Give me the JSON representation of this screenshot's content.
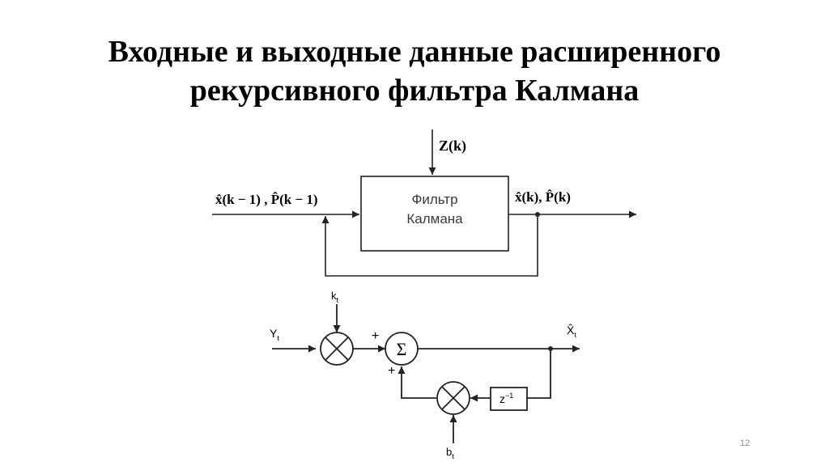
{
  "title": {
    "line1": "Входные и выходные данные расширенного",
    "line2": "рекурсивного фильтра Калмана"
  },
  "diagram_top": {
    "block_label_line1": "Фильтр",
    "block_label_line2": "Калмана",
    "measurement_input": "Z(k)",
    "input_label": "x̂(k − 1) ,  P̂(k − 1)",
    "output_label": "x̂(k), P̂(k)"
  },
  "diagram_bottom": {
    "gain_top": "k",
    "gain_top_sub": "t",
    "input_y": "Y",
    "input_y_sub": "t",
    "sum_symbol": "Σ",
    "plus_top": "+",
    "plus_bottom": "+",
    "output_x": "X̂",
    "output_x_sub": "t",
    "delay": "z",
    "delay_sup": "−1",
    "gain_bottom": "b",
    "gain_bottom_sub": "t"
  },
  "page_number": "12",
  "colors": {
    "text": "#000000",
    "line": "#222222",
    "page_number": "#8c8c8c"
  }
}
